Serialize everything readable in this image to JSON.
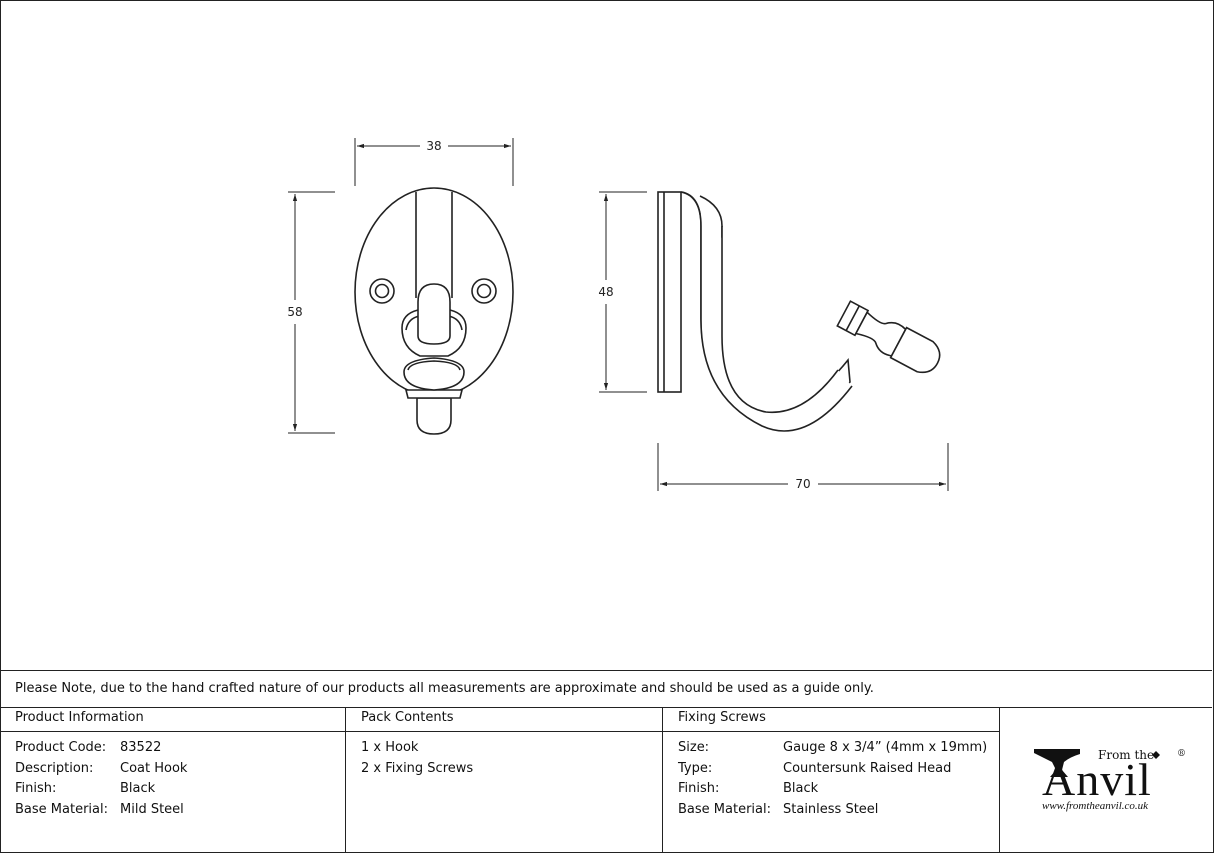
{
  "dimensions": {
    "front_width": "38",
    "front_height": "58",
    "side_height": "48",
    "side_projection": "70"
  },
  "note": "Please Note, due to the hand crafted nature of our products all measurements are approximate and should be used as a guide only.",
  "product_information": {
    "heading": "Product Information",
    "rows": [
      {
        "label": "Product Code:",
        "value": "83522"
      },
      {
        "label": "Description:",
        "value": "Coat Hook"
      },
      {
        "label": "Finish:",
        "value": "Black"
      },
      {
        "label": "Base Material:",
        "value": "Mild Steel"
      }
    ]
  },
  "pack_contents": {
    "heading": "Pack Contents",
    "items": [
      "1 x Hook",
      "2 x Fixing Screws"
    ]
  },
  "fixing_screws": {
    "heading": "Fixing Screws",
    "rows": [
      {
        "label": "Size:",
        "value": "Gauge 8 x 3/4” (4mm x 19mm)"
      },
      {
        "label": "Type:",
        "value": "Countersunk Raised Head"
      },
      {
        "label": "Finish:",
        "value": "Black"
      },
      {
        "label": "Base Material:",
        "value": "Stainless Steel"
      }
    ]
  },
  "logo": {
    "from_the": "From the",
    "brand": "Anvil",
    "registered": "®",
    "url": "www.fromtheanvil.co.uk"
  }
}
